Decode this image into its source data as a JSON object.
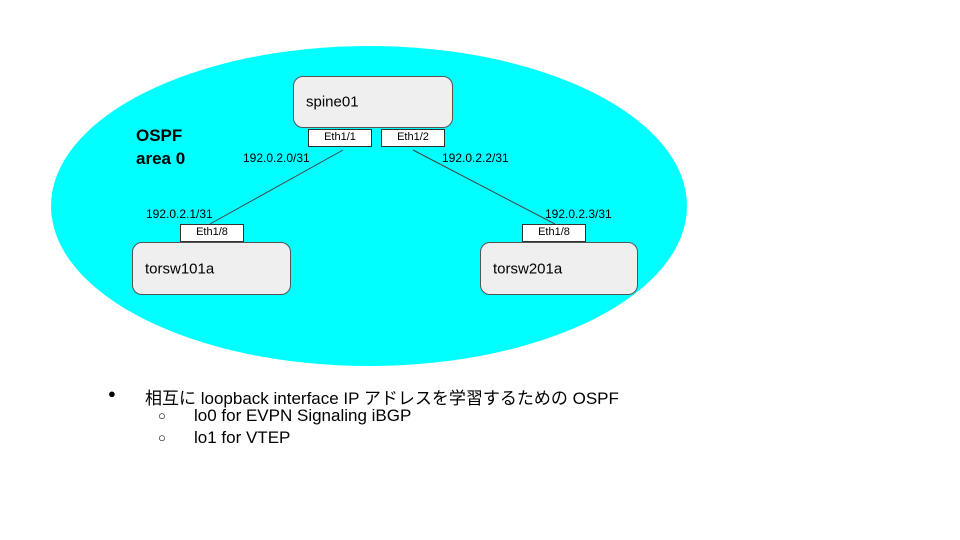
{
  "area": {
    "line1": "OSPF",
    "line2": "area 0",
    "fill_color": "#00ffff"
  },
  "nodes": {
    "spine": {
      "name": "spine01"
    },
    "tor1": {
      "name": "torsw101a"
    },
    "tor2": {
      "name": "torsw201a"
    }
  },
  "ports": {
    "spine_eth1": "Eth1/1",
    "spine_eth2": "Eth1/2",
    "tor1_eth": "Eth1/8",
    "tor2_eth": "Eth1/8"
  },
  "links": [
    {
      "a_ip": "192.0.2.0/31",
      "b_ip": "192.0.2.1/31"
    },
    {
      "a_ip": "192.0.2.2/31",
      "b_ip": "192.0.2.3/31"
    }
  ],
  "notes": {
    "bullet": "●",
    "sub_bullet": "○",
    "main": "相互に loopback interface IP アドレスを学習するための OSPF",
    "sub": [
      "lo0 for EVPN Signaling iBGP",
      "lo1 for VTEP"
    ]
  }
}
